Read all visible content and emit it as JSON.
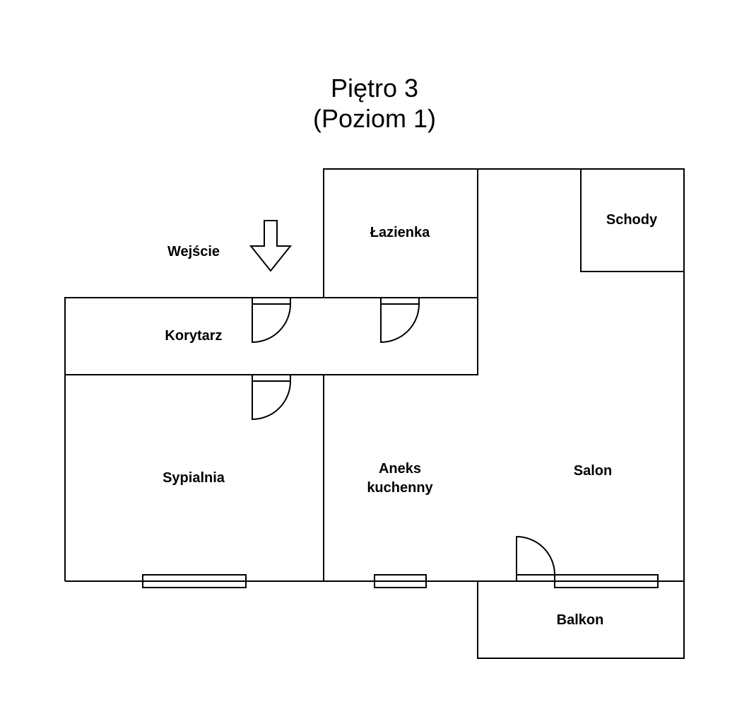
{
  "title": {
    "line1": "Piętro 3",
    "line2": "(Poziom 1)"
  },
  "rooms": {
    "entrance": "Wejście",
    "bathroom": "Łazienka",
    "stairs": "Schody",
    "corridor": "Korytarz",
    "bedroom": "Sypialnia",
    "kitchen_line1": "Aneks",
    "kitchen_line2": "kuchenny",
    "living_room": "Salon",
    "balcony": "Balkon"
  },
  "colors": {
    "line": "#000000",
    "background": "#ffffff"
  }
}
